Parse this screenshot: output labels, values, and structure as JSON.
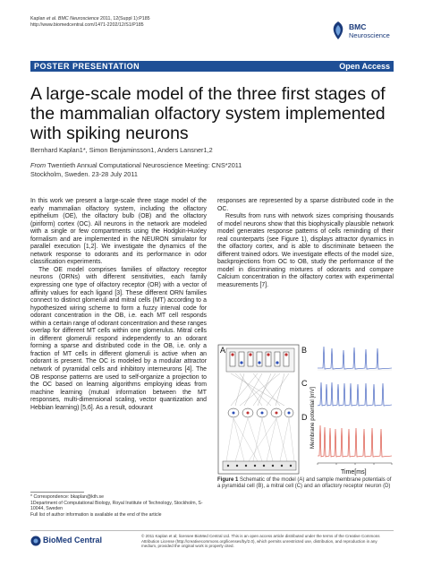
{
  "header": {
    "citation_prefix": "Kaplan ",
    "citation_etal": "et al. BMC Neuroscience",
    "citation_suffix": " 2011, 12(Suppl 1):P185",
    "url": "http://www.biomedcentral.com/1471-2202/12/S1/P185",
    "logo_name_line1": "BMC",
    "logo_name_line2": "Neuroscience"
  },
  "banner": {
    "left": "POSTER PRESENTATION",
    "right": "Open Access"
  },
  "title": "A large-scale model of the three first stages of the mammalian olfactory system implemented with spiking neurons",
  "authors": "Bernhard Kaplan1*, Simon Benjaminsson1, Anders Lansner1,2",
  "from": {
    "prefix": "From ",
    "meeting": "Twentieth Annual Computational Neuroscience Meeting: CNS*2011",
    "place": "Stockholm, Sweden. 23-28 July 2011"
  },
  "left_column": [
    "In this work we present a large-scale three stage model of the early mammalian olfactory system, including the olfactory epithelium (OE), the olfactory bulb (OB) and the olfactory (piriform) cortex (OC). All neurons in the network are modeled with a single or few compartments using the Hodgkin-Huxley formalism and are implemented in the NEURON simulator for parallel execution [1,2]. We investigate the dynamics of the network response to odorants and its performance in odor classification experiments.",
    "The OE model comprises families of olfactory receptor neurons (ORNs) with different sensitivities, each family expressing one type of olfactory receptor (OR) with a vector of affinity values for each ligand [3]. These different ORN families connect to distinct glomeruli and mitral cells (MT) according to a hypothesized wiring scheme to form a fuzzy interval code for odorant concentration in the OB, i.e. each MT cell responds within a certain range of odorant concentration and these ranges overlap for different MT cells within one glomerulus. Mitral cells in different glomeruli respond independently to an odorant forming a sparse and distributed code in the OB, i.e. only a fraction of MT cells in different glomeruli is active when an odorant is present. The OC is modeled by a modular attractor network of pyramidal cells and inhibitory interneurons [4]. The OB response patterns are used to self-organize a projection to the OC based on learning algorithms employing ideas from machine learning (mutual information between the MT responses, multi-dimensional scaling, vector quantization and Hebbian learning) [5,6]. As a result, odourant"
  ],
  "right_column": [
    "responses are represented by a sparse distributed code in the OC.",
    "Results from runs with network sizes comprising thousands of model neurons show that this biophysically plausible network model generates response patterns of cells reminding of their real counterparts (see Figure 1), displays attractor dynamics in the olfactory cortex, and is able to discriminate between the different trained odors. We investigate effects of the model size, backprojections from OC to OB, study the performance of the model in discriminating mixtures of odorants and compare Calcium concentration in the olfactory cortex with experimental measurements [7]."
  ],
  "figure": {
    "panel_a": "A",
    "panel_b": "B",
    "panel_c": "C",
    "panel_d": "D",
    "ylabel": "Membrane potential [mV]",
    "xlabel": "Time[ms]",
    "caption_bold": "Figure 1",
    "caption_text": " Schematic of the model (A) and sample membrane potentials of a pyramidal cell (B), a mitral cell (C) and an olfactory receptor neuron (D)"
  },
  "footnotes": {
    "correspondence": "* Correspondence: bkaplan@kth.se",
    "affiliation": "1Department of Computational Biology, Royal Institute of Technology, Stockholm, S-10044, Sweden",
    "full_list": "Full list of author information is available at the end of the article"
  },
  "footer": {
    "publisher": "BioMed Central",
    "license": "© 2011 Kaplan et al; licensee BioMed Central Ltd. This is an open access article distributed under the terms of the Creative Commons Attribution License (http://creativecommons.org/licenses/by/2.0), which permits unrestricted use, distribution, and reproduction in any medium, provided the original work is properly cited."
  },
  "colors": {
    "banner": "#1f4f96",
    "logo_blue": "#1a3a7a",
    "trace_blue": "#2c4fb8",
    "trace_red": "#d63a2a"
  }
}
